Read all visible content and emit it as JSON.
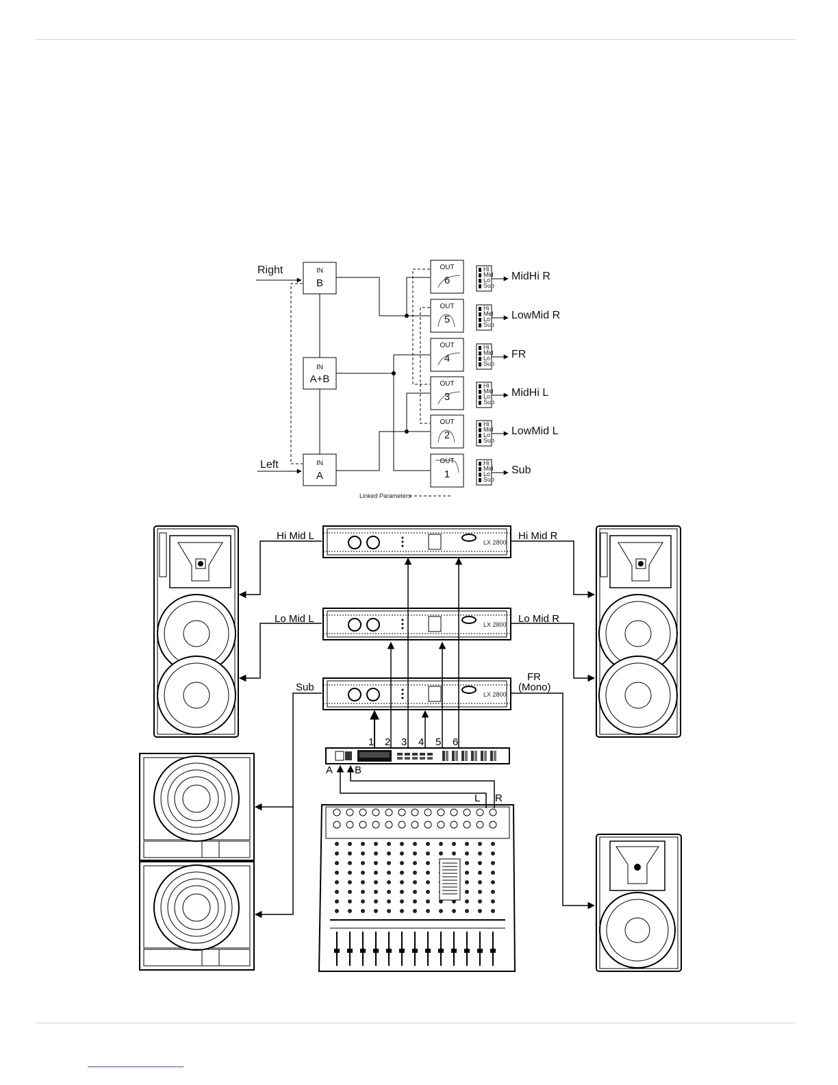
{
  "routing": {
    "inputs": {
      "right_label": "Right",
      "left_label": "Left",
      "in_b": {
        "top": "IN",
        "bottom": "B"
      },
      "in_ab": {
        "top": "IN",
        "bottom": "A+B"
      },
      "in_a": {
        "top": "IN",
        "bottom": "A"
      }
    },
    "outputs": [
      {
        "top": "OUT",
        "num": "6",
        "dest": "MidHi R"
      },
      {
        "top": "OUT",
        "num": "5",
        "dest": "LowMid R"
      },
      {
        "top": "OUT",
        "num": "4",
        "dest": "FR"
      },
      {
        "top": "OUT",
        "num": "3",
        "dest": "MidHi L"
      },
      {
        "top": "OUT",
        "num": "2",
        "dest": "LowMid L"
      },
      {
        "top": "OUT",
        "num": "1",
        "dest": "Sub"
      }
    ],
    "meter_labels": [
      "Hi",
      "Mid",
      "Lo",
      "Sub"
    ],
    "legend": "Linked Parameters"
  },
  "system": {
    "amp_model": "LX 2800",
    "hi_mid_l": "Hi Mid L",
    "hi_mid_r": "Hi Mid R",
    "lo_mid_l": "Lo Mid L",
    "lo_mid_r": "Lo Mid R",
    "sub": "Sub",
    "fr_line1": "FR",
    "fr_line2": "(Mono)",
    "channel_numbers": [
      "1",
      "2",
      "3",
      "4",
      "5",
      "6"
    ],
    "in_a": "A",
    "in_b": "B",
    "mixer_l": "L",
    "mixer_r": "R"
  }
}
